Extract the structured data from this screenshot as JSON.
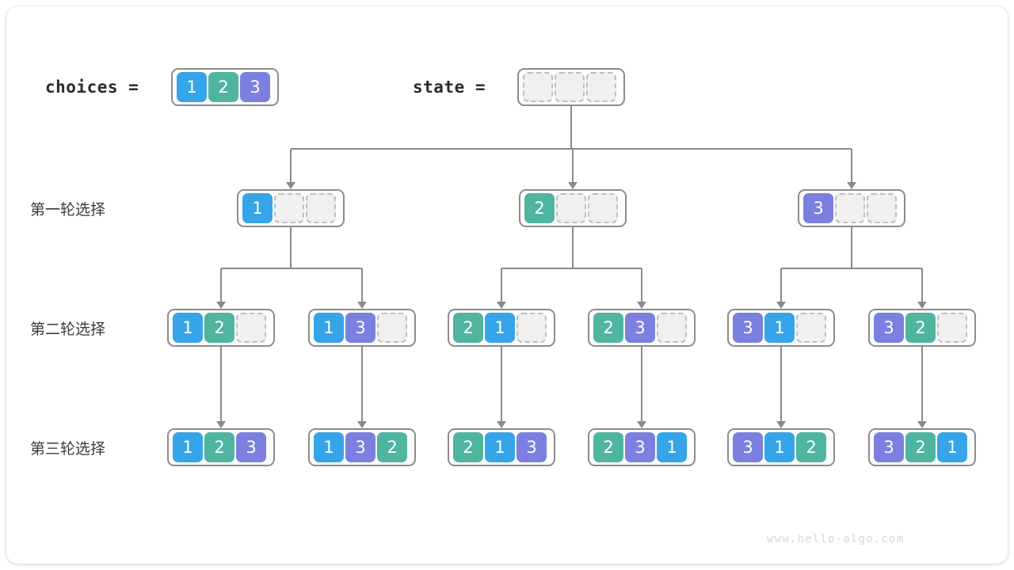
{
  "header": {
    "choices_label": "choices  =",
    "state_label": "state  =",
    "choices_values": [
      1,
      2,
      3
    ],
    "state_values": [
      null,
      null,
      null
    ]
  },
  "row_labels": {
    "level1": "第一轮选择",
    "level2": "第二轮选择",
    "level3": "第三轮选择"
  },
  "colors": {
    "value1": "#36a4e8",
    "value2": "#4fb5a0",
    "value3": "#7b80e0",
    "empty_fill": "#f0f0f0",
    "empty_border": "#bfbfbf",
    "box_border": "#8c8c8c",
    "connector": "#8a8a8a"
  },
  "tree": {
    "level1": [
      {
        "name": "node-1",
        "values": [
          1,
          null,
          null
        ]
      },
      {
        "name": "node-2",
        "values": [
          2,
          null,
          null
        ]
      },
      {
        "name": "node-3",
        "values": [
          3,
          null,
          null
        ]
      }
    ],
    "level2": [
      {
        "name": "node-12",
        "values": [
          1,
          2,
          null
        ]
      },
      {
        "name": "node-13",
        "values": [
          1,
          3,
          null
        ]
      },
      {
        "name": "node-21",
        "values": [
          2,
          1,
          null
        ]
      },
      {
        "name": "node-23",
        "values": [
          2,
          3,
          null
        ]
      },
      {
        "name": "node-31",
        "values": [
          3,
          1,
          null
        ]
      },
      {
        "name": "node-32",
        "values": [
          3,
          2,
          null
        ]
      }
    ],
    "level3": [
      {
        "name": "node-123",
        "values": [
          1,
          2,
          3
        ]
      },
      {
        "name": "node-132",
        "values": [
          1,
          3,
          2
        ]
      },
      {
        "name": "node-213",
        "values": [
          2,
          1,
          3
        ]
      },
      {
        "name": "node-231",
        "values": [
          2,
          3,
          1
        ]
      },
      {
        "name": "node-312",
        "values": [
          3,
          1,
          2
        ]
      },
      {
        "name": "node-321",
        "values": [
          3,
          2,
          1
        ]
      }
    ]
  },
  "watermark": "www.hello-algo.com"
}
